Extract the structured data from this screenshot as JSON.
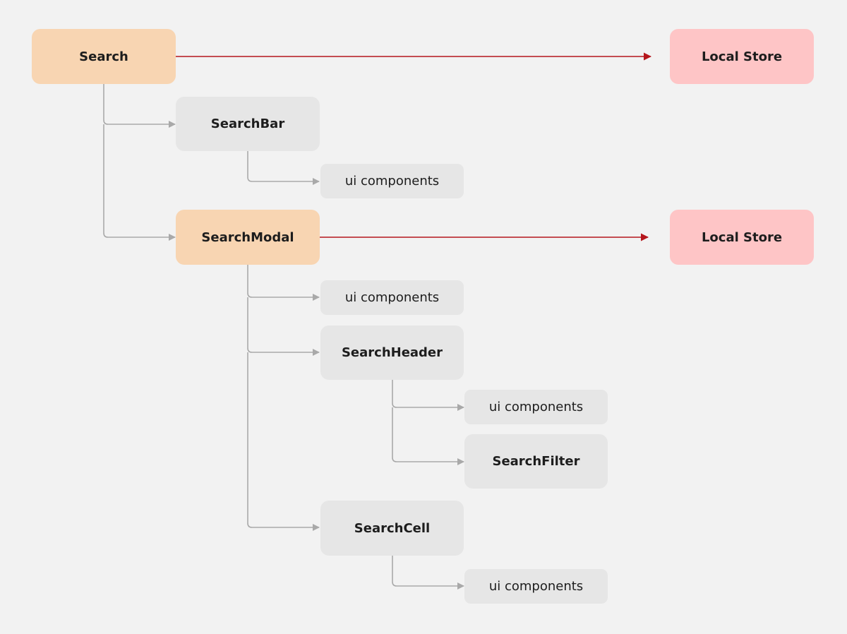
{
  "colors": {
    "background": "#f2f2f2",
    "orange_node": "#f8d5b2",
    "pink_node": "#fec5c6",
    "gray_node": "#e6e6e6",
    "gray_connector": "#a9a9a9",
    "red_connector": "#b5161c"
  },
  "nodes": {
    "search": "Search",
    "local_store_1": "Local Store",
    "search_bar": "SearchBar",
    "search_bar_ui": "ui components",
    "search_modal": "SearchModal",
    "local_store_2": "Local Store",
    "search_modal_ui": "ui components",
    "search_header": "SearchHeader",
    "search_header_ui": "ui components",
    "search_filter": "SearchFilter",
    "search_cell": "SearchCell",
    "search_cell_ui": "ui components"
  }
}
